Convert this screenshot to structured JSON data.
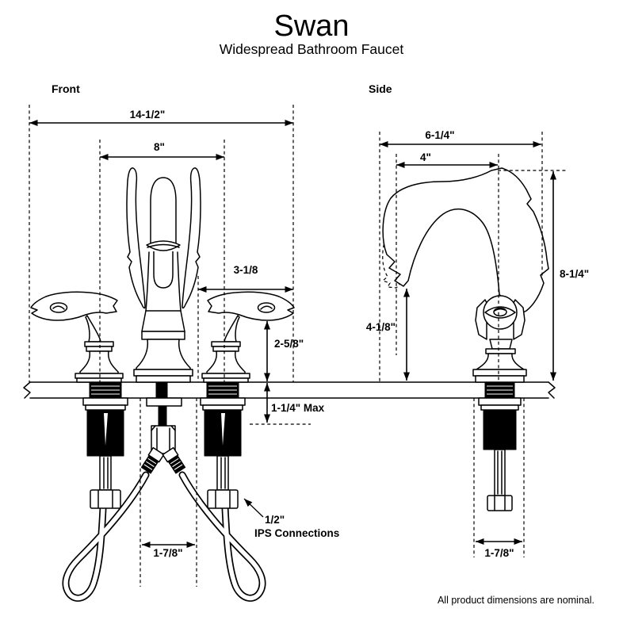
{
  "header": {
    "title": "Swan",
    "subtitle": "Widespread Bathroom Faucet"
  },
  "front_view": {
    "label": "Front",
    "dims": {
      "overall_width": "14-1/2\"",
      "handle_centers": "8\"",
      "handle_length": "3-1/8",
      "handle_height": "2-5/8\"",
      "deck_thickness_max": "1-1/4\" Max",
      "shank_clearance": "1-7/8\"",
      "ips_size": "1/2\"",
      "ips_text": "IPS Connections"
    }
  },
  "side_view": {
    "label": "Side",
    "dims": {
      "overall_depth": "6-1/4\"",
      "spout_reach": "4\"",
      "overall_height": "8-1/4\"",
      "spout_clearance": "4-1/8\"",
      "shank_clearance": "1-7/8\""
    }
  },
  "footer": {
    "note": "All product dimensions are nominal."
  },
  "colors": {
    "line": "#000000",
    "background": "#ffffff"
  }
}
